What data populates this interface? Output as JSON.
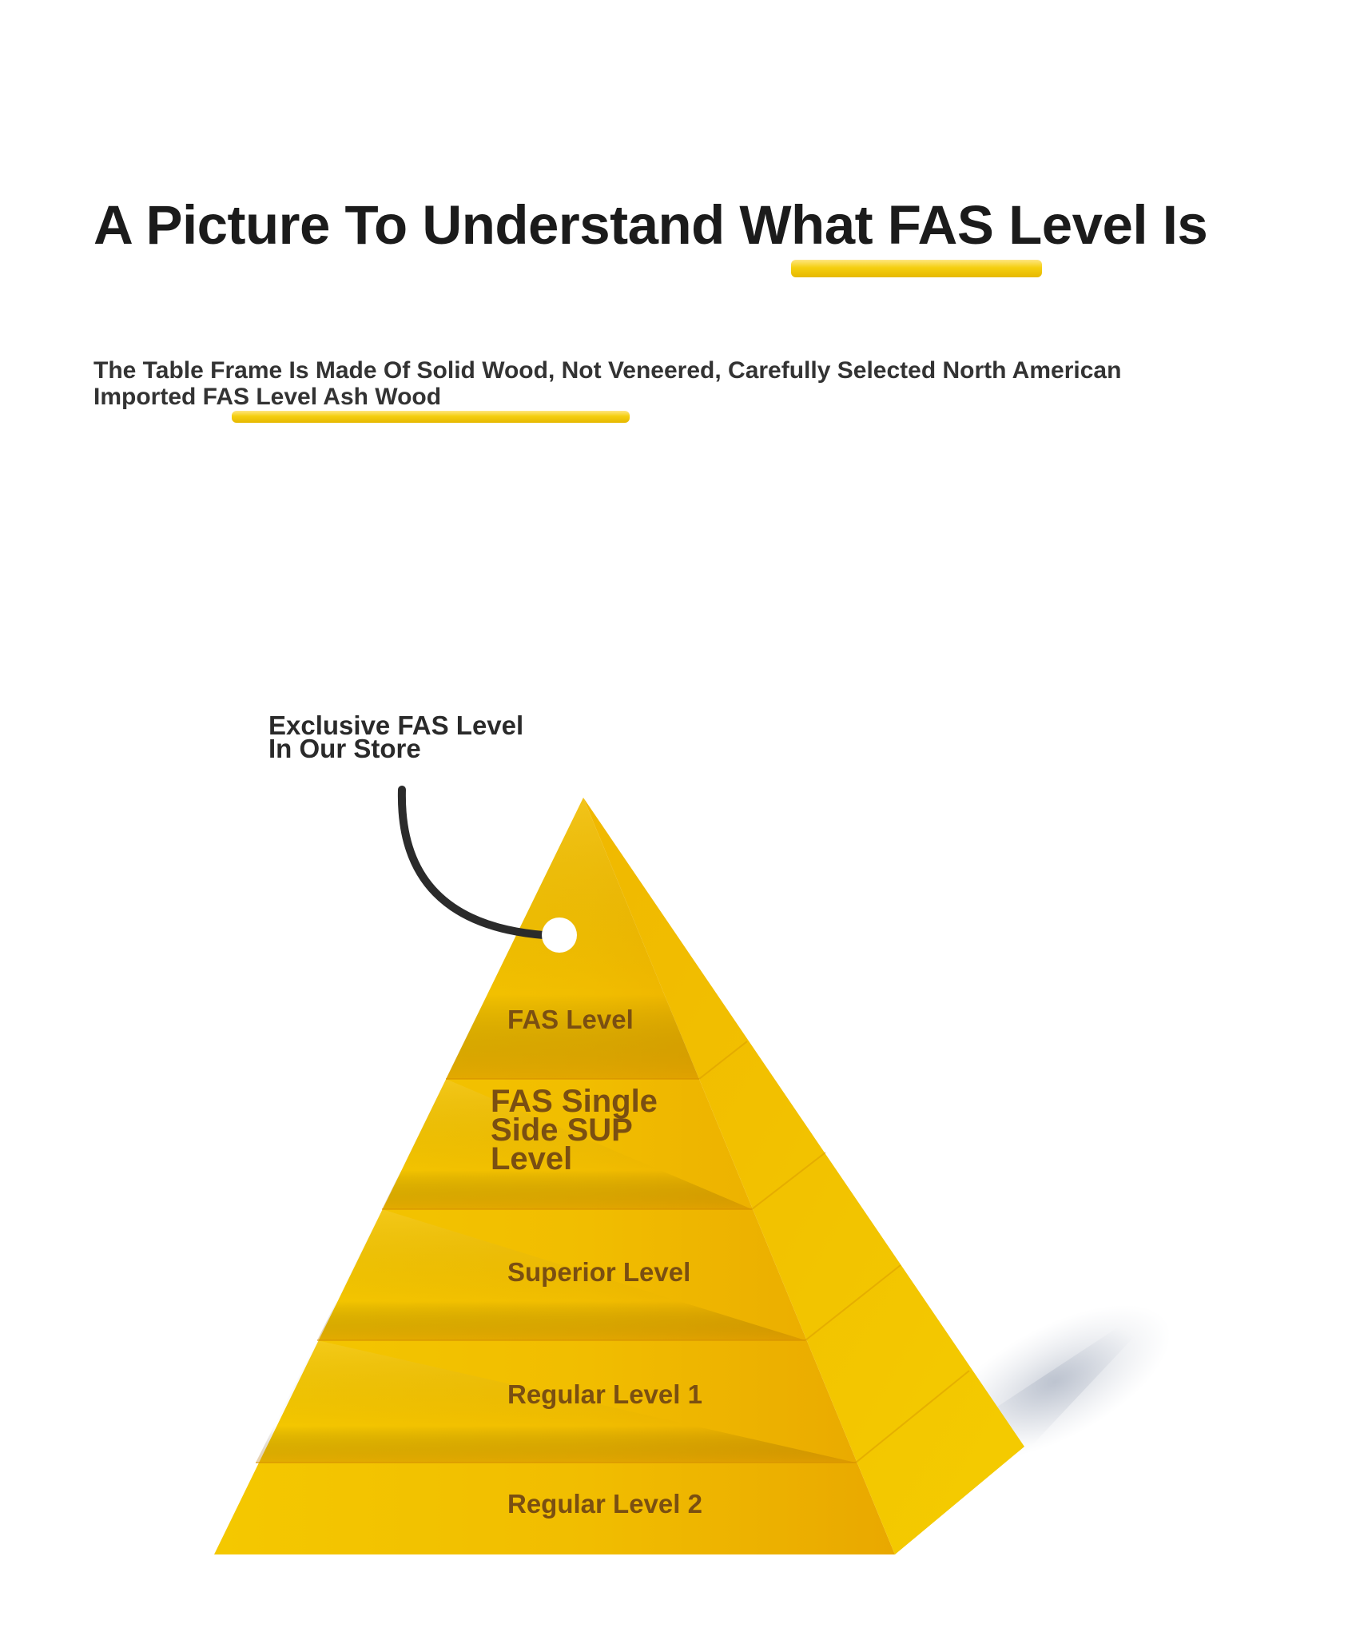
{
  "header": {
    "title": "A Picture To Understand What FAS Level Is",
    "subtitle_line1": "The Table Frame Is Made Of Solid Wood, Not Veneered, Carefully Selected North American",
    "subtitle_line2": "Imported FAS Level Ash Wood"
  },
  "callout": {
    "line1": "Exclusive FAS Level",
    "line2": "In Our Store"
  },
  "pyramid": {
    "levels": [
      {
        "label": "FAS Level"
      },
      {
        "label": "FAS Single Side SUP Level"
      },
      {
        "label": "Superior Level"
      },
      {
        "label": "Regular Level 1"
      },
      {
        "label": "Regular Level 2"
      }
    ]
  },
  "colors": {
    "accent_yellow": "#f2c200",
    "label_brown": "#7a4f12",
    "title_dark": "#1b1b1b"
  }
}
